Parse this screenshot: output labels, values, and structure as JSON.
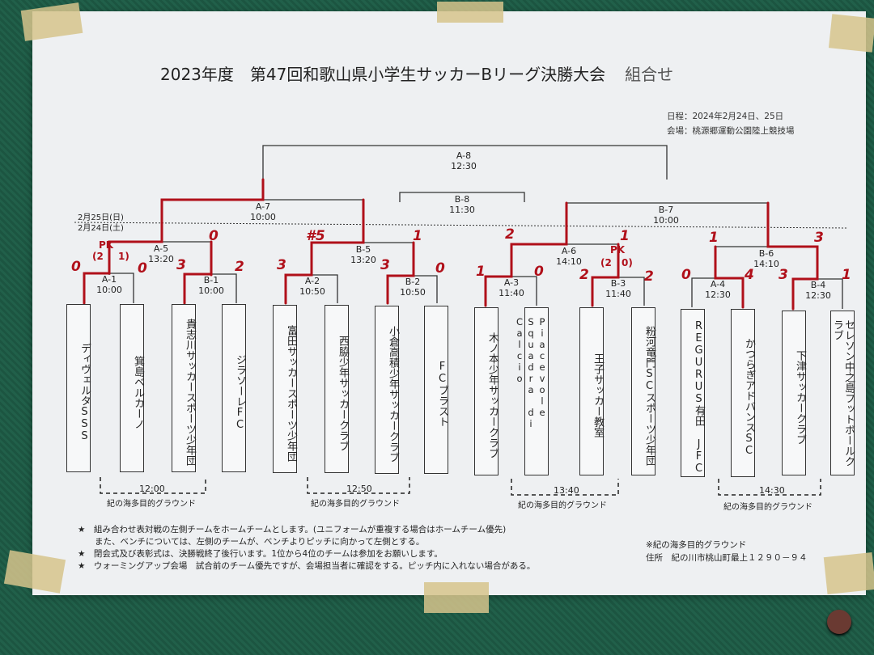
{
  "title": {
    "main": "2023年度　第47回和歌山県小学生サッカーBリーグ決勝大会",
    "sub": "組合せ"
  },
  "schedule": {
    "dates": "日程：2024年2月24日、25日",
    "venue": "会場：桃源郷運動公園陸上競技場"
  },
  "day_labels": {
    "day2": "2月25日(日)",
    "day1": "2月24日(土)"
  },
  "matches": {
    "a8": {
      "code": "A-8",
      "time": "12:30"
    },
    "b8": {
      "code": "B-8",
      "time": "11:30"
    },
    "a7": {
      "code": "A-7",
      "time": "10:00"
    },
    "b7": {
      "code": "B-7",
      "time": "10:00"
    },
    "a5": {
      "code": "A-5",
      "time": "13:20"
    },
    "b5": {
      "code": "B-5",
      "time": "13:20"
    },
    "a6": {
      "code": "A-6",
      "time": "14:10"
    },
    "b6": {
      "code": "B-6",
      "time": "14:10"
    },
    "a1": {
      "code": "A-1",
      "time": "10:00"
    },
    "b1": {
      "code": "B-1",
      "time": "10:00"
    },
    "a2": {
      "code": "A-2",
      "time": "10:50"
    },
    "b2": {
      "code": "B-2",
      "time": "10:50"
    },
    "a3": {
      "code": "A-3",
      "time": "11:40"
    },
    "b3": {
      "code": "B-3",
      "time": "11:40"
    },
    "a4": {
      "code": "A-4",
      "time": "12:30"
    },
    "b4": {
      "code": "B-4",
      "time": "12:30"
    }
  },
  "teams": [
    "ディヴェルタSSS",
    "箕島ベルカーノ",
    "貴志川サッカースポーツ少年団",
    "ジラソーレFC",
    "富田サッカースポーツ少年団",
    "西脇少年サッカークラブ",
    "小倉高積少年サッカークラブ",
    "FCブラスト",
    "木ノ本少年サッカークラブ",
    "Piacevole Squadra di Calcio",
    "王子サッカー教室",
    "粉河竜門SCスポーツ少年団",
    "REGURUS有田 JFC",
    "かつらぎアドバンスSC",
    "下津サッカークラブ",
    "セレソン中之島フットボールクラブ"
  ],
  "handwritten_scores": {
    "r1": [
      "0",
      "0",
      "3",
      "2",
      "3",
      "",
      "3",
      "0",
      "1",
      "0",
      "2",
      "2",
      "0",
      "4",
      "3",
      "1"
    ],
    "r2": [
      "PK",
      "(2",
      "1)",
      "0",
      "#5",
      "1",
      "2",
      "1",
      "1",
      "3"
    ],
    "pk_b3": [
      "PK",
      "(2",
      "0)"
    ]
  },
  "time_groups": [
    {
      "time": "12:00",
      "ground": "紀の海多目的グラウンド"
    },
    {
      "time": "12:50",
      "ground": "紀の海多目的グラウンド"
    },
    {
      "time": "13:40",
      "ground": "紀の海多目的グラウンド"
    },
    {
      "time": "14:30",
      "ground": "紀の海多目的グラウンド"
    }
  ],
  "notes": [
    "★　組み合わせ表対戦の左側チームをホームチームとします。(ユニフォームが重複する場合はホームチーム優先)",
    "　　また、ベンチについては、左側のチームが、ベンチよりピッチに向かって左側とする。",
    "★　閉会式及び表彰式は、決勝戦終了後行います。1位から4位のチームは参加をお願いします。",
    "★　ウォーミングアップ会場　試合前のチーム優先ですが、会場担当者に確認をする。ピッチ内に入れない場合がある。"
  ],
  "address": {
    "label": "※紀の海多目的グラウンド",
    "line": "住所　紀の川市桃山町最上１２９０－９４"
  },
  "colors": {
    "ink": "#222222",
    "red_pen": "#b0101a",
    "paper": "#eef0f2",
    "board": "#1f5a45",
    "tape": "#d6c48c"
  }
}
